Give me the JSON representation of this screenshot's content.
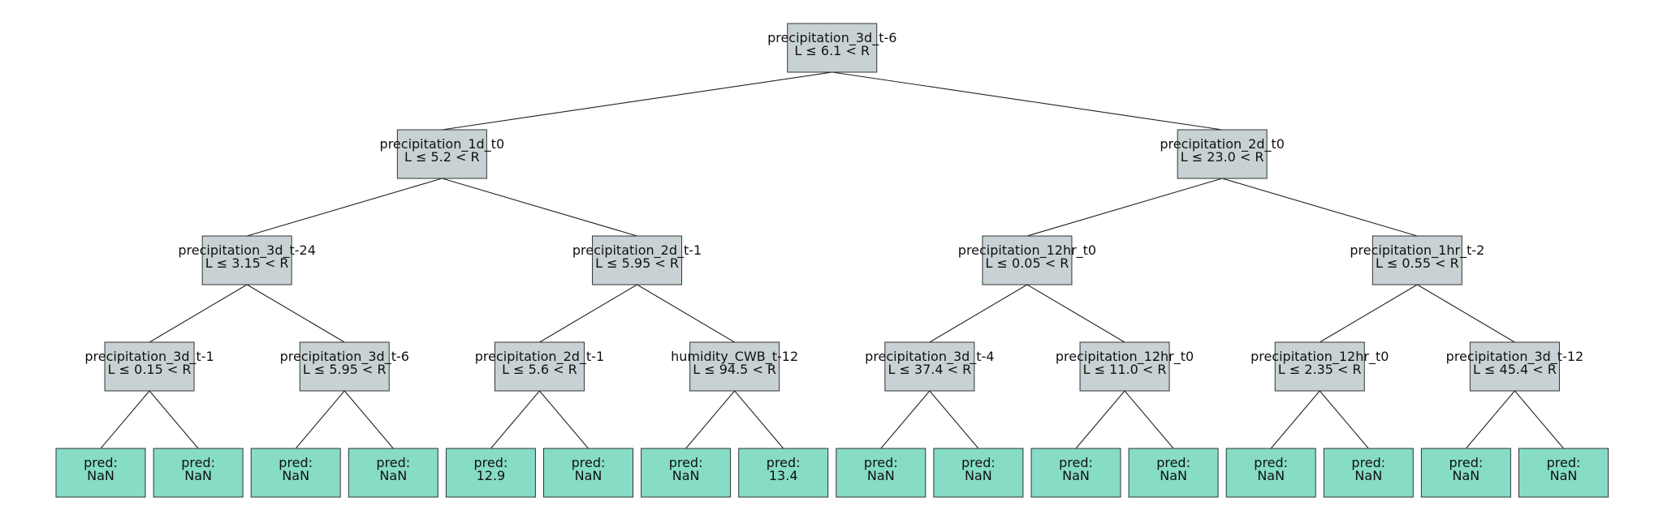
{
  "colors": {
    "split_node": "#c8d2d5",
    "leaf_node": "#86dcc5",
    "edge": "#222222"
  },
  "nodes": [
    {
      "feature": "precipitation_3d_t-6",
      "rule": "L ≤ 6.1 < R"
    },
    {
      "feature": "precipitation_1d_t0",
      "rule": "L ≤ 5.2 < R"
    },
    {
      "feature": "precipitation_2d_t0",
      "rule": "L ≤ 23.0 < R"
    },
    {
      "feature": "precipitation_3d_t-24",
      "rule": "L ≤ 3.15 < R"
    },
    {
      "feature": "precipitation_2d_t-1",
      "rule": "L ≤ 5.95 < R"
    },
    {
      "feature": "precipitation_12hr_t0",
      "rule": "L ≤ 0.05 < R"
    },
    {
      "feature": "precipitation_1hr_t-2",
      "rule": "L ≤ 0.55 < R"
    },
    {
      "feature": "precipitation_3d_t-1",
      "rule": "L ≤ 0.15 < R"
    },
    {
      "feature": "precipitation_3d_t-6",
      "rule": "L ≤ 5.95 < R"
    },
    {
      "feature": "precipitation_2d_t-1",
      "rule": "L ≤ 5.6 < R"
    },
    {
      "feature": "humidity_CWB_t-12",
      "rule": "L ≤ 94.5 < R"
    },
    {
      "feature": "precipitation_3d_t-4",
      "rule": "L ≤ 37.4 < R"
    },
    {
      "feature": "precipitation_12hr_t0",
      "rule": "L ≤ 11.0 < R"
    },
    {
      "feature": "precipitation_12hr_t0",
      "rule": "L ≤ 2.35 < R"
    },
    {
      "feature": "precipitation_3d_t-12",
      "rule": "L ≤ 45.4 < R"
    }
  ],
  "leaves": [
    {
      "label": "pred:",
      "value": "NaN"
    },
    {
      "label": "pred:",
      "value": "NaN"
    },
    {
      "label": "pred:",
      "value": "NaN"
    },
    {
      "label": "pred:",
      "value": "NaN"
    },
    {
      "label": "pred:",
      "value": "12.9"
    },
    {
      "label": "pred:",
      "value": "NaN"
    },
    {
      "label": "pred:",
      "value": "NaN"
    },
    {
      "label": "pred:",
      "value": "13.4"
    },
    {
      "label": "pred:",
      "value": "NaN"
    },
    {
      "label": "pred:",
      "value": "NaN"
    },
    {
      "label": "pred:",
      "value": "NaN"
    },
    {
      "label": "pred:",
      "value": "NaN"
    },
    {
      "label": "pred:",
      "value": "NaN"
    },
    {
      "label": "pred:",
      "value": "NaN"
    },
    {
      "label": "pred:",
      "value": "NaN"
    },
    {
      "label": "pred:",
      "value": "NaN"
    }
  ]
}
